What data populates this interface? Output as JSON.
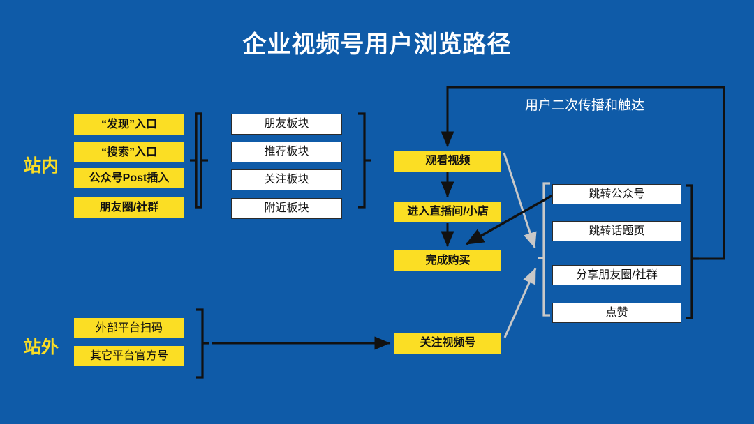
{
  "page": {
    "title": "企业视频号用户浏览路径",
    "background_color": "#0f5ba8",
    "accent_yellow": "#fbde24",
    "box_white": "#ffffff",
    "line_black": "#111111",
    "line_gray": "#c8c8c8",
    "title_color": "#ffffff"
  },
  "groups": {
    "onsite_label": "站内",
    "offsite_label": "站外"
  },
  "entry_sources": [
    {
      "label": "“发现”入口"
    },
    {
      "label": "“搜索”入口"
    },
    {
      "label": "公众号Post插入"
    },
    {
      "label": "朋友圈/社群"
    }
  ],
  "sections": [
    {
      "label": "朋友板块"
    },
    {
      "label": "推荐板块"
    },
    {
      "label": "关注板块"
    },
    {
      "label": "附近板块"
    }
  ],
  "main_flow": [
    {
      "label": "观看视频"
    },
    {
      "label": "进入直播间/小店"
    },
    {
      "label": "完成购买"
    }
  ],
  "actions": [
    {
      "label": "跳转公众号"
    },
    {
      "label": "跳转话题页"
    },
    {
      "label": "分享朋友圈/社群"
    },
    {
      "label": "点赞"
    }
  ],
  "offsite_sources": [
    {
      "label": "外部平台扫码"
    },
    {
      "label": "其它平台官方号"
    }
  ],
  "offsite_target": {
    "label": "关注视频号"
  },
  "loop": {
    "label": "用户二次传播和触达"
  }
}
